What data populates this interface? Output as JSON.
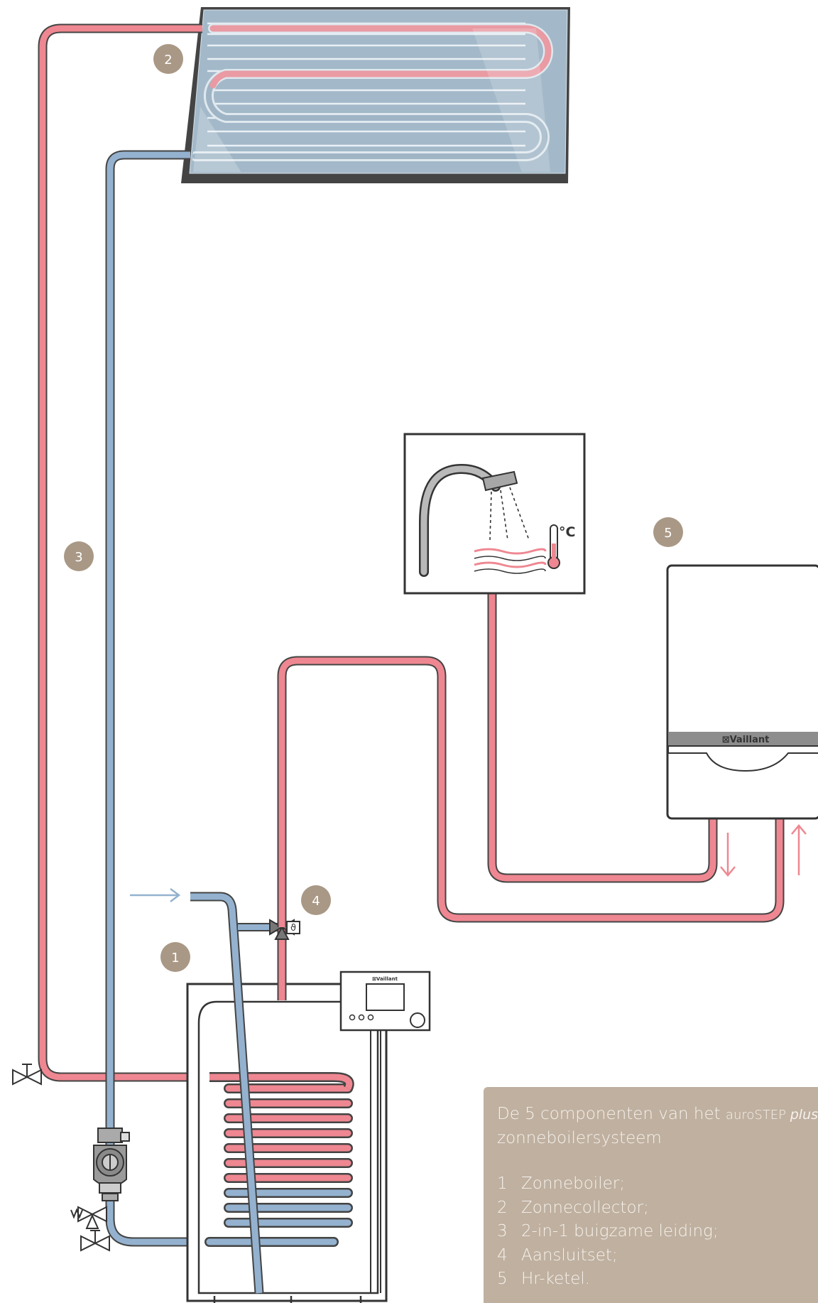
{
  "badges": {
    "boiler": "1",
    "collector": "2",
    "pipe": "3",
    "connection_set": "4",
    "hr_boiler": "5"
  },
  "hr_boiler_brand": "⊠Vaillant",
  "controller_brand": "⊠Vaillant",
  "thermometer_unit": "°C",
  "sensor_symbol": "ϑ",
  "legend": {
    "title_part1": "De 5 componenten van het ",
    "title_brand": "auroSTEP ",
    "title_plus": "plus",
    "title_line2": "zonneboilersysteem",
    "items": [
      {
        "num": "1",
        "label": "Zonneboiler;"
      },
      {
        "num": "2",
        "label": "Zonnecollector;"
      },
      {
        "num": "3",
        "label": "2-in-1 buigzame leiding;"
      },
      {
        "num": "4",
        "label": "Aansluitset;"
      },
      {
        "num": "5",
        "label": "Hr-ketel."
      }
    ]
  },
  "colors": {
    "hot_pipe": "#ee8791",
    "cold_pipe": "#94b2cf",
    "badge": "#a99885",
    "legend_bg": "#bfb0a0",
    "outline": "#333333"
  }
}
